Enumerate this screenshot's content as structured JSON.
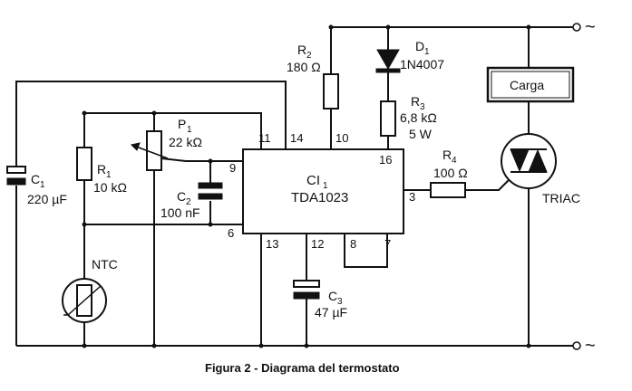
{
  "components": {
    "c1": {
      "ref": "C",
      "sub": "1",
      "value": "220 µF"
    },
    "r1": {
      "ref": "R",
      "sub": "1",
      "value": "10 kΩ"
    },
    "p1": {
      "ref": "P",
      "sub": "1",
      "value": "22 kΩ"
    },
    "c2": {
      "ref": "C",
      "sub": "2",
      "value": "100 nF"
    },
    "ntc": {
      "label": "NTC"
    },
    "r2": {
      "ref": "R",
      "sub": "2",
      "value": "180 Ω"
    },
    "d1": {
      "ref": "D",
      "sub": "1",
      "value": "1N4007"
    },
    "r3": {
      "ref": "R",
      "sub": "3",
      "value": "6,8 kΩ",
      "value2": "5 W"
    },
    "r4": {
      "ref": "R",
      "sub": "4",
      "value": "100 Ω"
    },
    "c3": {
      "ref": "C",
      "sub": "3",
      "value": "47 µF"
    },
    "ic": {
      "ref": "CI",
      "sub": "1",
      "part": "TDA1023"
    },
    "load": {
      "label": "Carga"
    },
    "triac": {
      "label": "TRIAC"
    }
  },
  "pins": {
    "p11": "11",
    "p14": "14",
    "p10": "10",
    "p16": "16",
    "p9": "9",
    "p6": "6",
    "p13": "13",
    "p12": "12",
    "p8": "8",
    "p7": "7",
    "p3": "3"
  },
  "mains": {
    "symbol_top": "~",
    "symbol_bottom": "~"
  },
  "caption": "Figura 2 - Diagrama del termostato"
}
